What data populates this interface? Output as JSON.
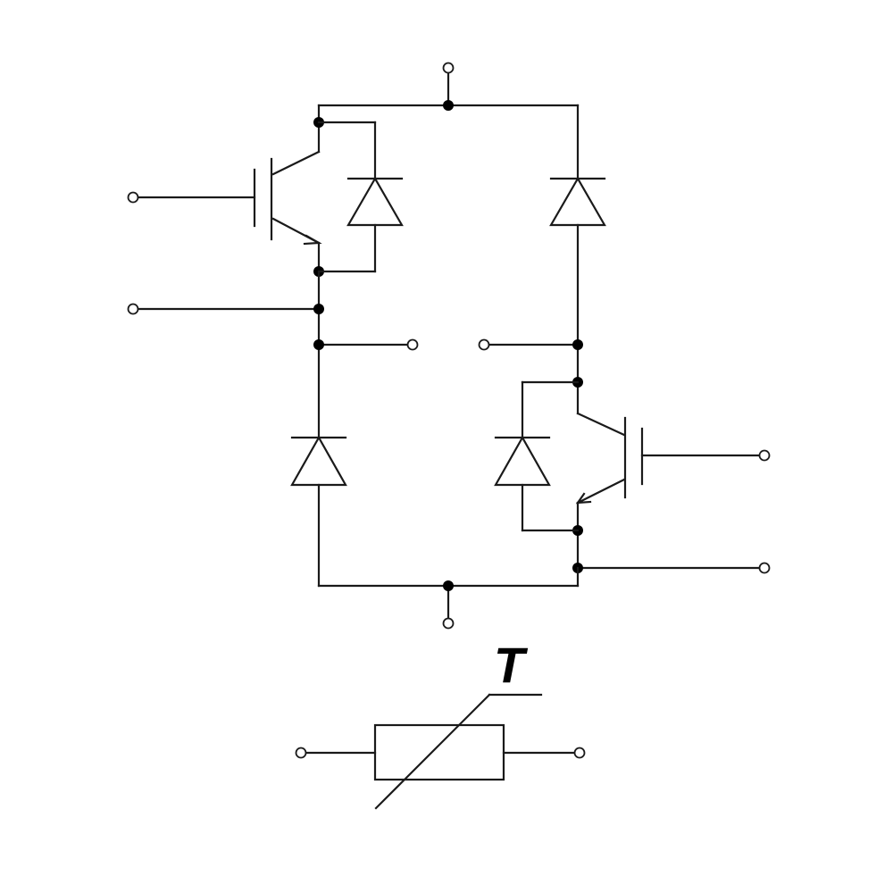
{
  "diagram": {
    "thermistor_label": "T",
    "colors": {
      "wire": "#1a1a1a",
      "junction": "#000000",
      "background": "#ffffff"
    },
    "components": [
      "igbt-high-side",
      "freewheel-diode-high-side",
      "diode-right-upper",
      "diode-left-lower",
      "freewheel-diode-low-side",
      "igbt-low-side",
      "ntc-thermistor"
    ]
  }
}
